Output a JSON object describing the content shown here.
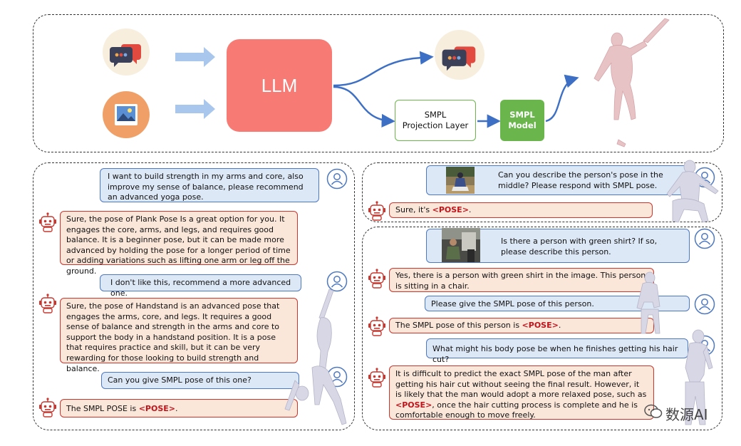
{
  "pipeline": {
    "llm_label": "LLM",
    "projection_line1": "SMPL",
    "projection_line2": "Projection Layer",
    "model_line1": "SMPL",
    "model_line2": "Model"
  },
  "left_chat": {
    "u1": "I want to build strength in my arms and core, also improve my sense of balance, please recommend an advanced yoga pose.",
    "b1": "Sure, the pose of Plank Pose Is a great option for you. It engages the core, arms, and legs, and requires good balance. It is a beginner pose, but it can be made more advanced by holding the pose for a longer period of time or adding variations such as lifting one arm or leg off the ground.",
    "u2": "I don't like this, recommend a more advanced one.",
    "b2": "Sure, the pose of Handstand is an advanced pose that engages the arms, core, and legs. It requires a good sense of balance and strength in the arms and core to support the body in a handstand position. It is a pose that requires practice and skill, but it can be very rewarding for those looking to build strength and balance.",
    "u3": "Can you give SMPL pose of this one?",
    "b3_pre": "The SMPL POSE is ",
    "b3_pose": "<POSE>",
    "b3_post": "."
  },
  "right_top": {
    "u1": "Can you describe the person's pose in the middle? Please respond with SMPL pose.",
    "b1_pre": "Sure, it's ",
    "b1_pose": "<POSE>",
    "b1_post": "."
  },
  "right_bottom": {
    "u1": "Is there a person with green shirt? If so, please describe this person.",
    "b1": "Yes, there is a person with green shirt in the image. This person is sitting in a chair.",
    "u2": "Please give the SMPL pose of this person.",
    "b2_pre": "The SMPL pose of this person is ",
    "b2_pose": "<POSE>",
    "b2_post": ".",
    "u3": "What might his body pose be when he finishes getting his hair cut?",
    "b3_pre": "It is difficult to predict the exact SMPL pose of the man after getting his hair cut without seeing the final result. However, it is likely that the man would adopt a more relaxed pose, such as ",
    "b3_pose": "<POSE>",
    "b3_post": ", once the hair cutting process is complete and he is comfortable enough to move freely."
  },
  "watermark": "数源AI",
  "colors": {
    "llm": "#f77b74",
    "green": "#6ab64d",
    "user_border": "#4d78c2",
    "bot_border": "#c8372f",
    "pose_token": "#c0141b",
    "arrow_blue": "#3d6fc4",
    "arrow_light": "#a9c7ec"
  }
}
